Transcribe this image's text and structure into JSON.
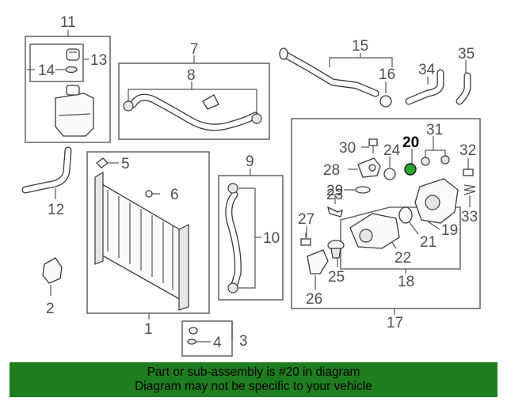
{
  "banner": {
    "line1": "Part or sub-assembly is #20 in diagram",
    "line2": "Diagram may not be specific to your vehicle",
    "color": "#1e7d1e"
  },
  "highlight_color": "#2aa52a",
  "callouts": {
    "n1": "1",
    "n2": "2",
    "n3": "3",
    "n4": "4",
    "n5": "5",
    "n6": "6",
    "n7": "7",
    "n8": "8",
    "n9": "9",
    "n10": "10",
    "n11": "11",
    "n12": "12",
    "n13": "13",
    "n14": "14",
    "n15": "15",
    "n16": "16",
    "n17": "17",
    "n18": "18",
    "n19": "19",
    "n20": "20",
    "n21": "21",
    "n22": "22",
    "n23": "23",
    "n24": "24",
    "n25": "25",
    "n26": "26",
    "n27": "27",
    "n28": "28",
    "n29": "29",
    "n30": "30",
    "n31": "31",
    "n32": "32",
    "n33": "33",
    "n34": "34",
    "n35": "35"
  }
}
